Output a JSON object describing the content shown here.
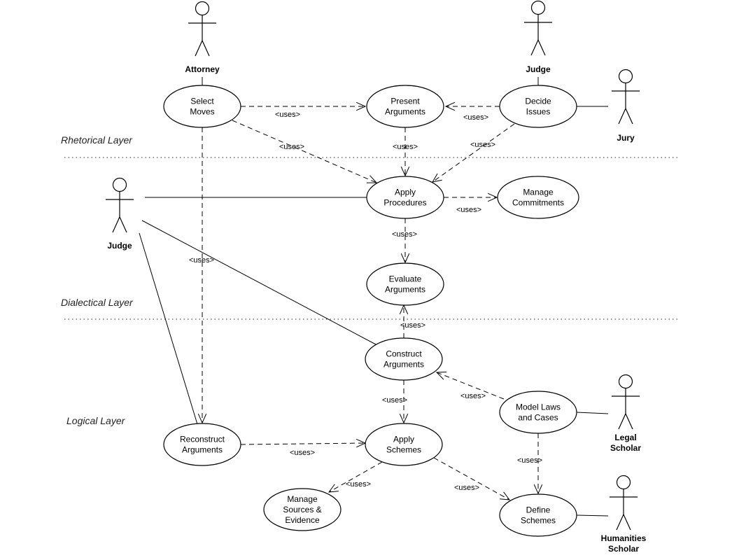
{
  "layers": [
    {
      "id": "rhetorical",
      "label": "Rhetorical Layer"
    },
    {
      "id": "dialectical",
      "label": "Dialectical Layer"
    },
    {
      "id": "logical",
      "label": "Logical Layer"
    }
  ],
  "actors": [
    {
      "id": "attorney",
      "lines": [
        "Attorney"
      ]
    },
    {
      "id": "judge-top",
      "lines": [
        "Judge"
      ]
    },
    {
      "id": "jury",
      "lines": [
        "Jury"
      ]
    },
    {
      "id": "judge-left",
      "lines": [
        "Judge"
      ]
    },
    {
      "id": "legal-scholar",
      "lines": [
        "Legal",
        "Scholar"
      ]
    },
    {
      "id": "humanities-scholar",
      "lines": [
        "Humanities",
        "Scholar"
      ]
    }
  ],
  "use_cases": [
    {
      "id": "select-moves",
      "lines": [
        "Select",
        "Moves"
      ]
    },
    {
      "id": "present-arguments",
      "lines": [
        "Present",
        "Arguments"
      ]
    },
    {
      "id": "decide-issues",
      "lines": [
        "Decide",
        "Issues"
      ]
    },
    {
      "id": "apply-procedures",
      "lines": [
        "Apply",
        "Procedures"
      ]
    },
    {
      "id": "manage-commitments",
      "lines": [
        "Manage",
        "Commitments"
      ]
    },
    {
      "id": "evaluate-arguments",
      "lines": [
        "Evaluate",
        "Arguments"
      ]
    },
    {
      "id": "construct-arguments",
      "lines": [
        "Construct",
        "Arguments"
      ]
    },
    {
      "id": "model-laws",
      "lines": [
        "Model Laws",
        "and Cases"
      ]
    },
    {
      "id": "reconstruct-arguments",
      "lines": [
        "Reconstruct",
        "Arguments"
      ]
    },
    {
      "id": "apply-schemes",
      "lines": [
        "Apply",
        "Schemes"
      ]
    },
    {
      "id": "manage-sources",
      "lines": [
        "Manage",
        "Sources &",
        "Evidence"
      ]
    },
    {
      "id": "define-schemes",
      "lines": [
        "Define",
        "Schemes"
      ]
    }
  ],
  "associations": [
    {
      "actor": "attorney",
      "use_case": "select-moves"
    },
    {
      "actor": "judge-top",
      "use_case": "decide-issues"
    },
    {
      "actor": "jury",
      "use_case": "decide-issues"
    },
    {
      "actor": "judge-left",
      "use_case": "apply-procedures"
    },
    {
      "actor": "judge-left",
      "use_case": "construct-arguments"
    },
    {
      "actor": "judge-left",
      "use_case": "reconstruct-arguments"
    },
    {
      "actor": "legal-scholar",
      "use_case": "model-laws"
    },
    {
      "actor": "humanities-scholar",
      "use_case": "define-schemes"
    }
  ],
  "dependencies": [
    {
      "from": "select-moves",
      "to": "present-arguments",
      "label": "<uses>"
    },
    {
      "from": "decide-issues",
      "to": "present-arguments",
      "label": "<uses>"
    },
    {
      "from": "select-moves",
      "to": "apply-procedures",
      "label": "<uses>"
    },
    {
      "from": "present-arguments",
      "to": "apply-procedures",
      "label": "<uses>"
    },
    {
      "from": "decide-issues",
      "to": "apply-procedures",
      "label": "<uses>"
    },
    {
      "from": "apply-procedures",
      "to": "manage-commitments",
      "label": "<uses>"
    },
    {
      "from": "apply-procedures",
      "to": "evaluate-arguments",
      "label": "<uses>"
    },
    {
      "from": "select-moves",
      "to": "reconstruct-arguments",
      "label": "<uses>"
    },
    {
      "from": "construct-arguments",
      "to": "evaluate-arguments",
      "label": "<uses>"
    },
    {
      "from": "construct-arguments",
      "to": "apply-schemes",
      "label": "<uses>"
    },
    {
      "from": "model-laws",
      "to": "construct-arguments",
      "label": "<uses>"
    },
    {
      "from": "model-laws",
      "to": "define-schemes",
      "label": "<uses>"
    },
    {
      "from": "reconstruct-arguments",
      "to": "apply-schemes",
      "label": "<uses>"
    },
    {
      "from": "apply-schemes",
      "to": "manage-sources",
      "label": "<uses>"
    },
    {
      "from": "apply-schemes",
      "to": "define-schemes",
      "label": "<uses>"
    }
  ]
}
